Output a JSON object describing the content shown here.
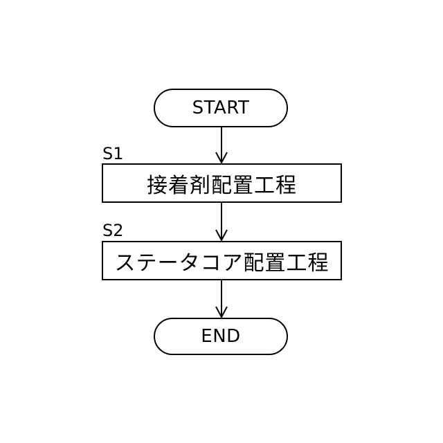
{
  "flowchart": {
    "start_label": "START",
    "end_label": "END",
    "steps": [
      {
        "id": "S1",
        "label": "接着剤配置工程"
      },
      {
        "id": "S2",
        "label": "ステータコア配置工程"
      }
    ]
  },
  "colors": {
    "stroke": "#000000",
    "background": "#ffffff"
  }
}
